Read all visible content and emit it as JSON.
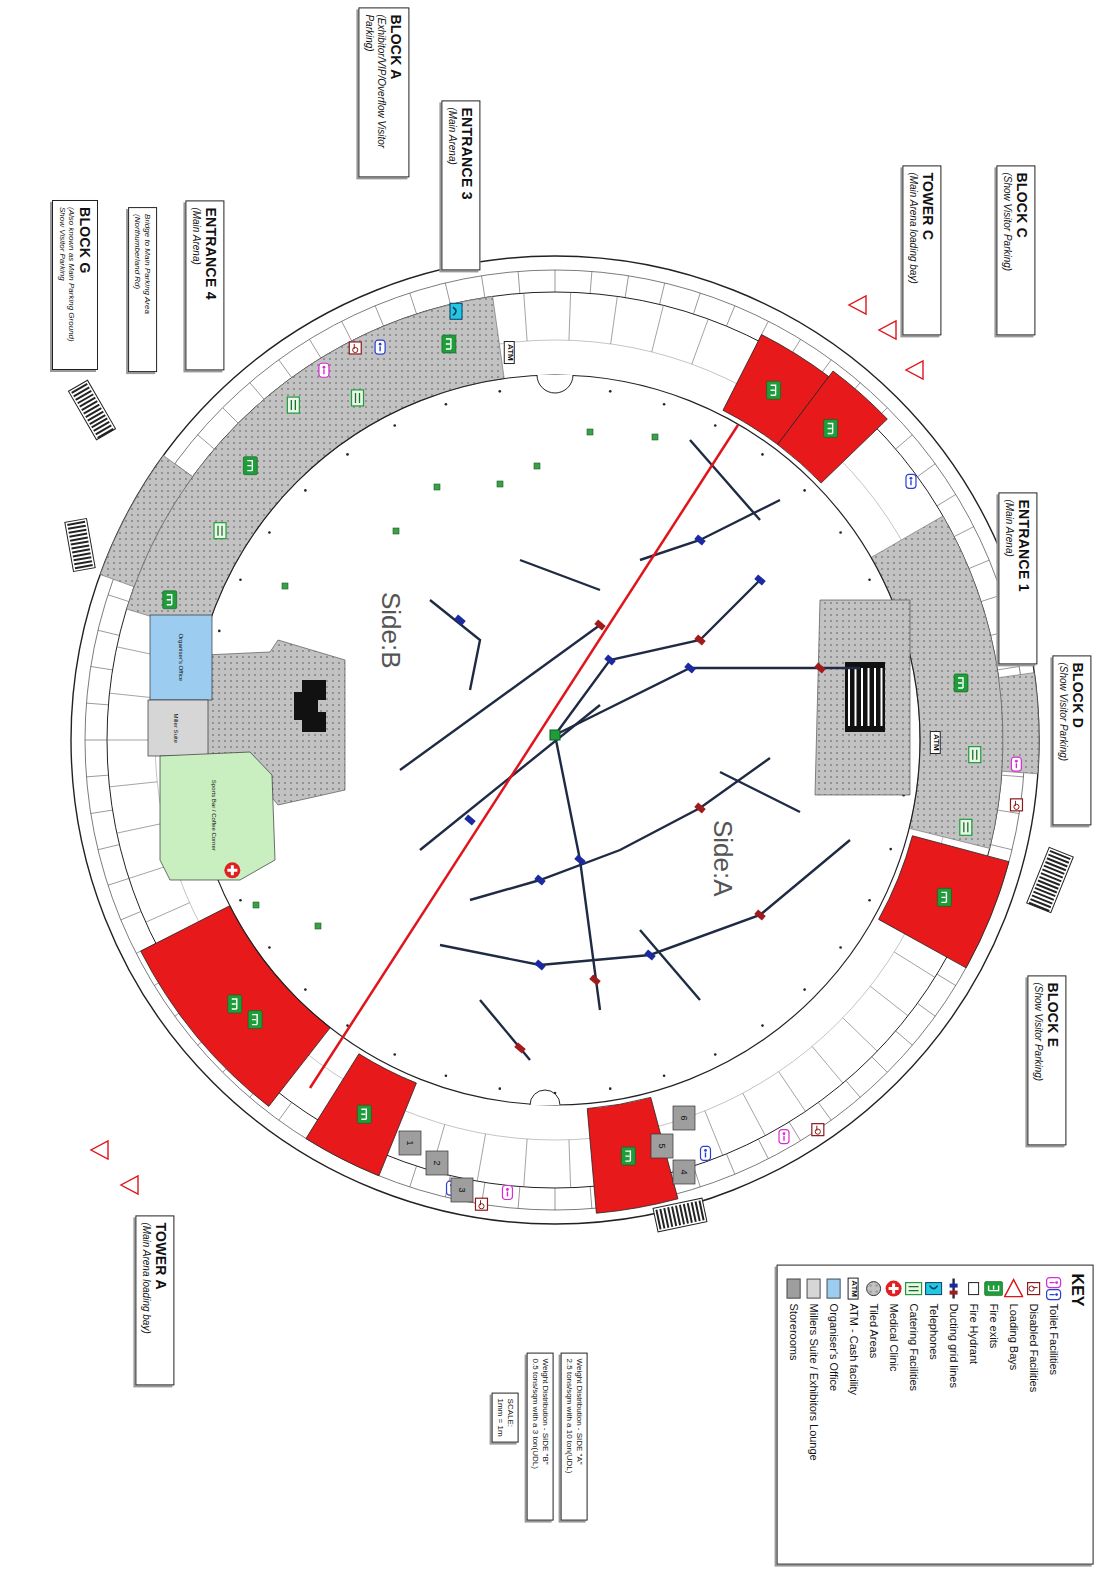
{
  "diagram": {
    "nodes": [
      {
        "text": [
          "BLOCK A",
          "(Exhibitor/VIP/Overflow Visitor Parking)"
        ]
      },
      {
        "text": [
          "ENTRANCE 3",
          "(Main Arena)"
        ]
      },
      {
        "text": [
          "TOWER C",
          "(Main Arena loading bay)"
        ]
      },
      {
        "text": [
          "BLOCK C",
          "(Show Visitor Parking)"
        ]
      },
      {
        "text": [
          "ENTRANCE 1",
          "(Main Arena)"
        ]
      },
      {
        "text": [
          "BLOCK D",
          "(Show Visitor Parking)"
        ]
      },
      {
        "text": [
          "BLOCK E",
          "(Show Visitor Parking)"
        ]
      },
      {
        "text": [
          "TOWER A",
          "(Main Arena loading bay)"
        ]
      },
      {
        "text": [
          "ENTRANCE 4",
          "(Main Arena)"
        ]
      },
      {
        "text": [
          "Bridge to Main Parking Area (Northumberland Rd)"
        ]
      },
      {
        "text": [
          "BLOCK G",
          "(Also known as Main Parking Ground) Show Visitor Parking"
        ]
      },
      {
        "text": [
          "Weight Distribution - SIDE \"A\"",
          "2.5 tons/sqm with a 10 ton(UDL)"
        ]
      },
      {
        "text": [
          "Weight Distribution - SIDE \"B\"",
          "0.5 tons/sqm with a 3 ton(UDL)"
        ]
      },
      {
        "text": [
          "SCALE:",
          "1mm = 1m"
        ]
      },
      {
        "text": [
          "KEY"
        ]
      }
    ],
    "labels": [
      "Side:B",
      "Side:A",
      "ATM",
      "ATM",
      "ATM",
      "1",
      "2",
      "3",
      "4",
      "5",
      "6",
      "Organiser's Office",
      "Miller Suite",
      "Sports Bar / Coffee Corner"
    ],
    "legend": [
      {
        "text": "Toilet Facilities"
      },
      {
        "text": "Disabled Facilities"
      },
      {
        "text": "Loading Bays"
      },
      {
        "text": "Fire exits"
      },
      {
        "text": "Fire Hydrant"
      },
      {
        "text": "Ducting grid lines"
      },
      {
        "text": "Telephones"
      },
      {
        "text": "Catering Facilities"
      },
      {
        "text": "Medical Clinic"
      },
      {
        "text": "Tiled Areas"
      },
      {
        "text": "ATM - Cash facility"
      },
      {
        "text": "Organiser's Office",
        "color": "#9ccdf0"
      },
      {
        "text": "Millers Suite / Exhibitors Lounge",
        "color": "#d6d6d6"
      },
      {
        "text": "Storerooms",
        "color": "#9e9e9e"
      }
    ]
  }
}
